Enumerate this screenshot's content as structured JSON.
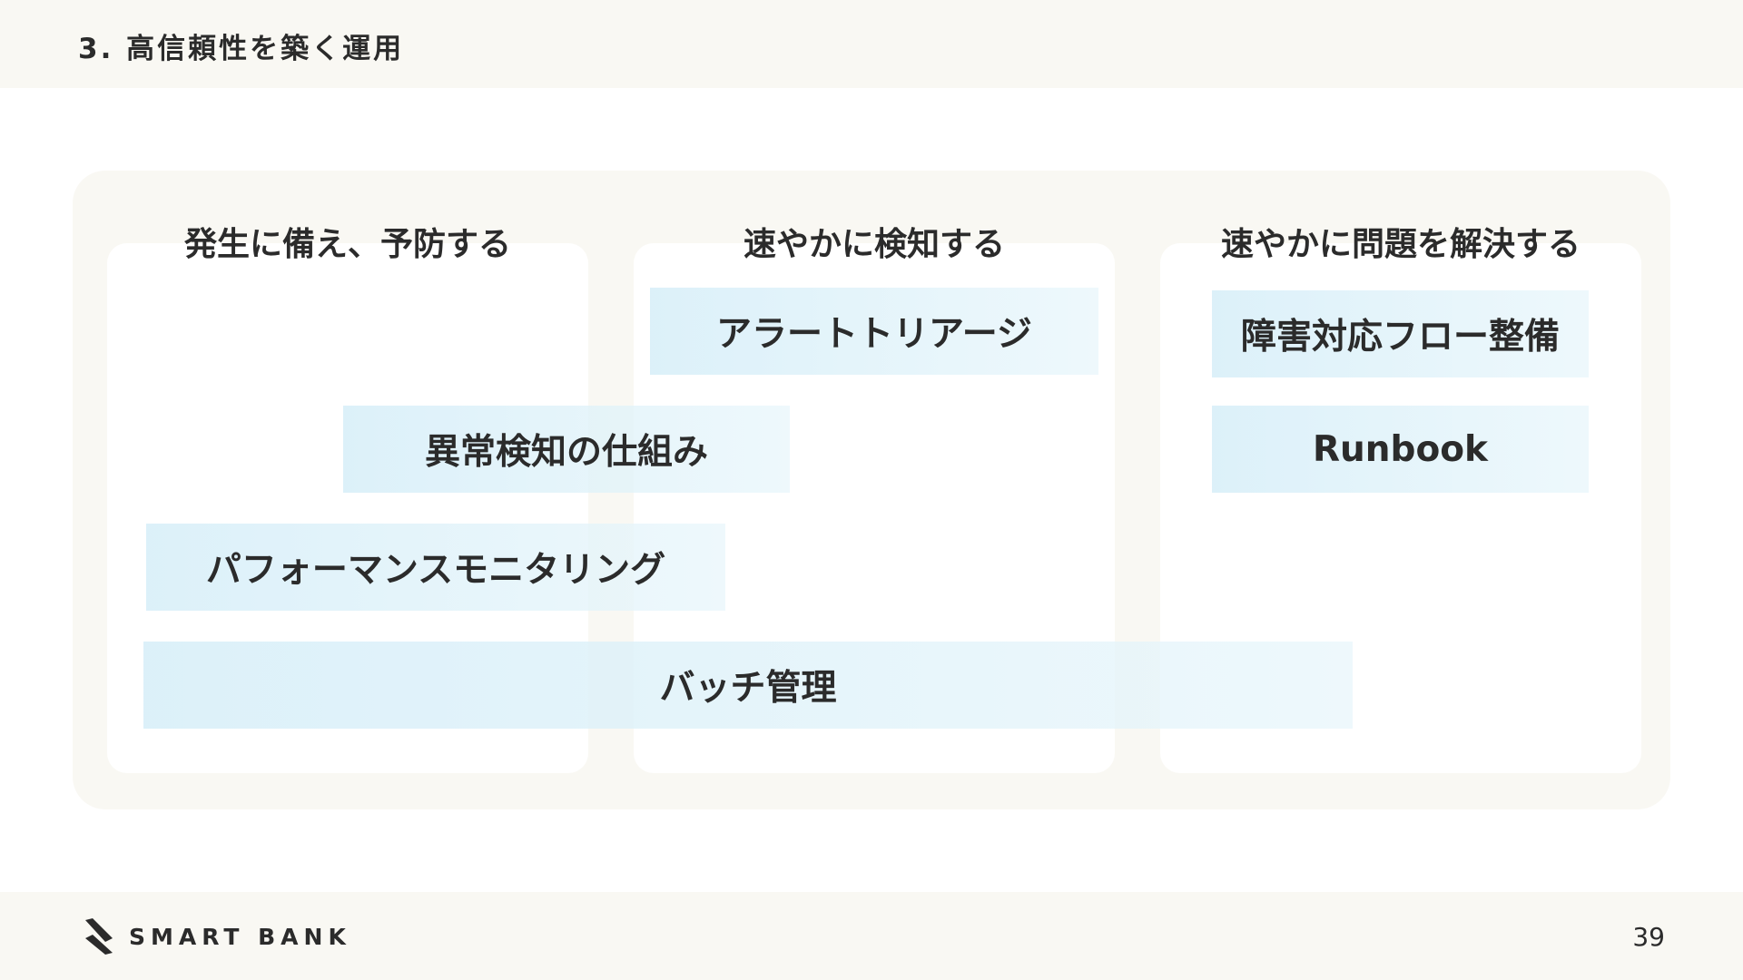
{
  "header": {
    "title": "3. 高信頼性を築く運用"
  },
  "columns": [
    {
      "title": "発生に備え、予防する"
    },
    {
      "title": "速やかに検知する"
    },
    {
      "title": "速やかに問題を解決する"
    }
  ],
  "items": {
    "alert_triage": "アラートトリアージ",
    "incident_flow": "障害対応フロー整備",
    "anomaly_detection": "異常検知の仕組み",
    "runbook": "Runbook",
    "performance_monitoring": "パフォーマンスモニタリング",
    "batch_management": "バッチ管理"
  },
  "footer": {
    "logo_text": "SMART BANK",
    "logo_icon": "smartbank-logo-icon",
    "page_number": "39"
  },
  "colors": {
    "background": "#ffffff",
    "band": "#f9f8f3",
    "item_start": "#d6eef8",
    "item_end": "#e8f6fb",
    "text": "#2b2b2b"
  }
}
